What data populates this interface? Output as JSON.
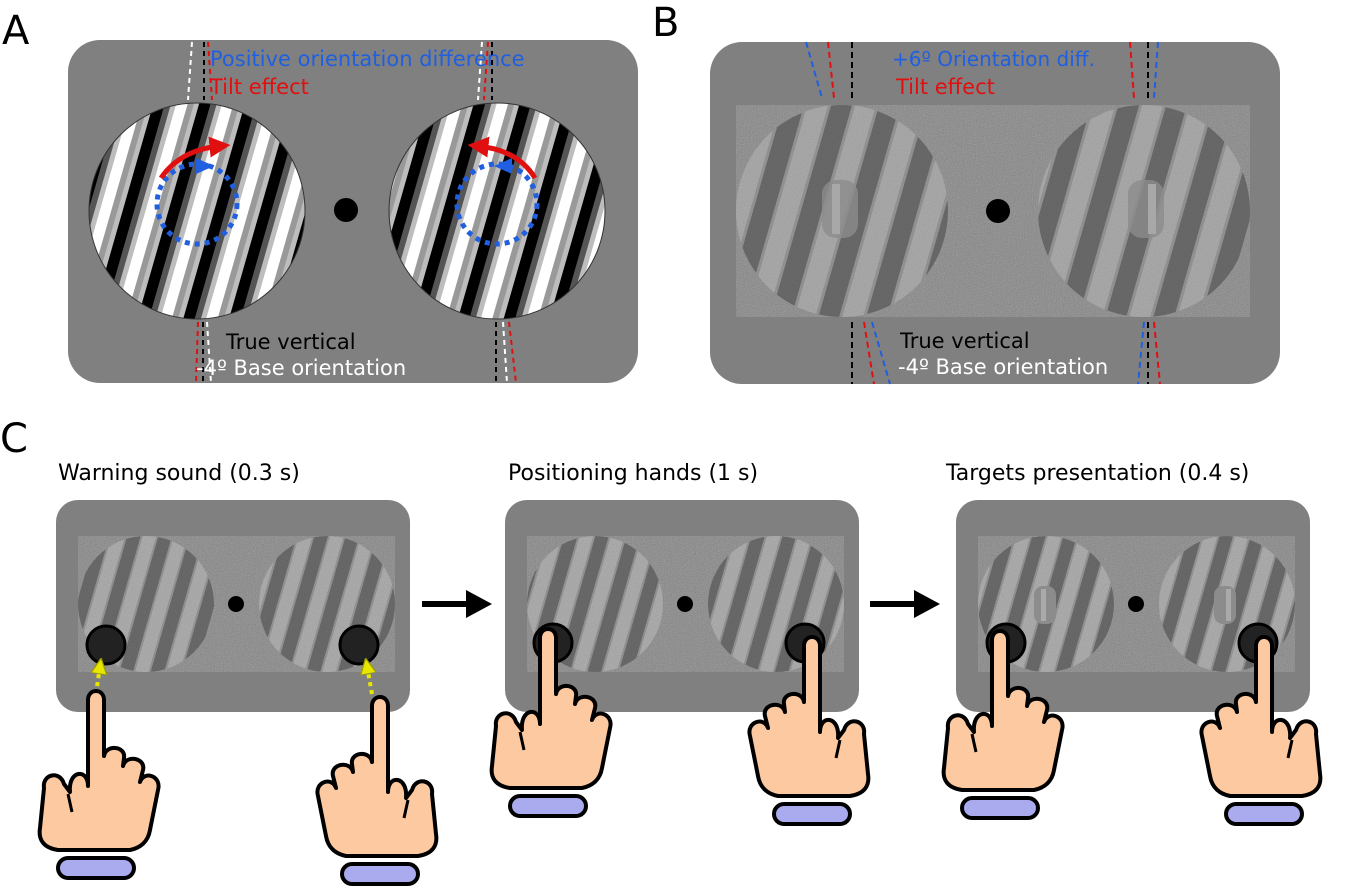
{
  "panels": {
    "a": {
      "letter": "A",
      "legend_blue": "Positive orientation difference",
      "legend_red": "Tilt effect",
      "legend_black": "True vertical",
      "legend_white": "-4º Base orientation"
    },
    "b": {
      "letter": "B",
      "legend_blue": "+6º Orientation diff.",
      "legend_red": "Tilt effect",
      "legend_black": "True vertical",
      "legend_white": "-4º Base orientation"
    },
    "c": {
      "letter": "C",
      "steps": [
        {
          "label": "Warning sound (0.3 s)"
        },
        {
          "label": "Positioning hands (1 s)"
        },
        {
          "label": "Targets presentation (0.4 s)"
        }
      ]
    }
  },
  "colors": {
    "screen": "#808080",
    "blue": "#1f5fe0",
    "red": "#e01010",
    "black": "#000000",
    "white": "#ffffff",
    "yellow": "#e6e600",
    "skin": "#fdc9a0",
    "cuff": "#aaaaee"
  }
}
